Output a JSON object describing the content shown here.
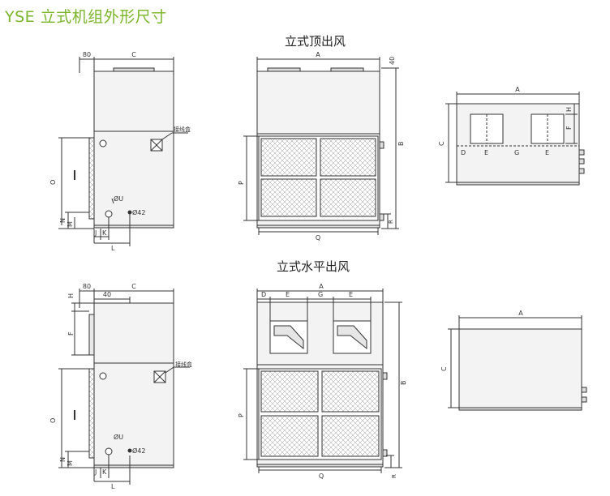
{
  "title": "YSE 立式机组外形尺寸",
  "sections": {
    "top_outlet": "立式顶出风",
    "horizontal_outlet": "立式水平出风"
  },
  "labels": {
    "junction_box": "接线盒",
    "u_pipe": "ØU",
    "drain": "Ø42"
  },
  "dims": {
    "d80": "80",
    "d40": "40",
    "A": "A",
    "B": "B",
    "C": "C",
    "D": "D",
    "E": "E",
    "F": "F",
    "G": "G",
    "H": "H",
    "J": "J",
    "K": "K",
    "L": "L",
    "M": "M",
    "N": "N",
    "O": "O",
    "P": "P",
    "Q": "Q",
    "R": "R"
  },
  "colors": {
    "title_green": "#7ab52a",
    "panel_fill": "#f3f3f3",
    "line": "#333333",
    "mesh": "#9a9a9a"
  }
}
